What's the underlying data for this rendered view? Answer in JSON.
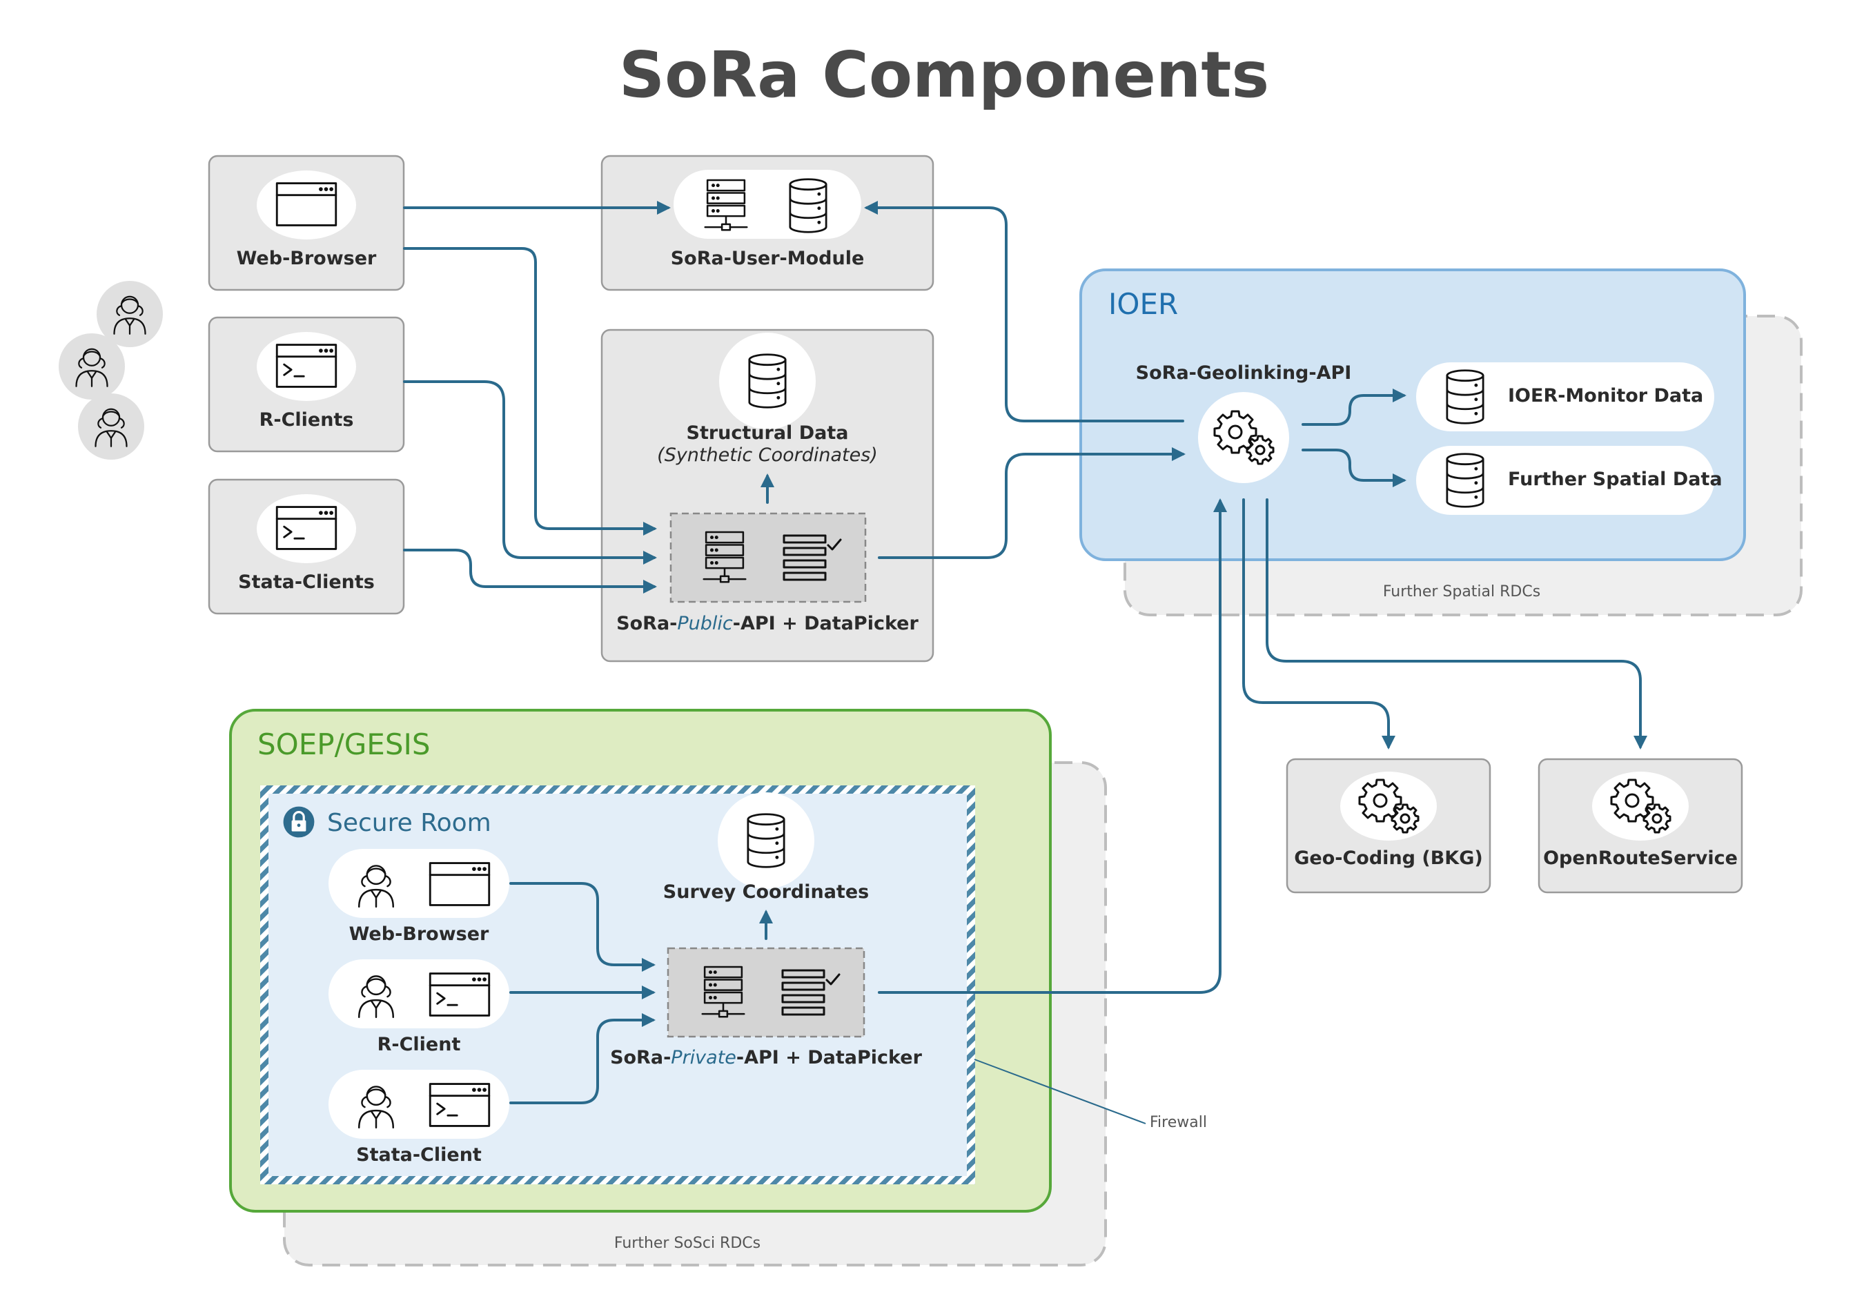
{
  "title": "SoRa Components",
  "colors": {
    "arrow": "#2a6a8c",
    "box_fill": "#e7e7e7",
    "box_stroke": "#9a9a9a",
    "ioer_fill": "#d1e4f4",
    "ioer_stroke": "#7fb2dd",
    "ioer_text": "#1f6fae",
    "soep_fill": "#deecc2",
    "soep_stroke": "#56a83a",
    "soep_text": "#4a9a2a",
    "secure_fill": "#e3eef8",
    "secure_stripe": "#4d88a8",
    "secure_text": "#2e6c8e"
  },
  "clients": {
    "web_browser": "Web-Browser",
    "r_clients": "R-Clients",
    "stata_clients": "Stata-Clients"
  },
  "user_module": {
    "label": "SoRa-User-Module"
  },
  "public_api": {
    "structural_label": "Structural Data",
    "structural_sub": "(Synthetic Coordinates)",
    "label_prefix": "SoRa-",
    "label_emph": "Public",
    "label_suffix": "-API + DataPicker"
  },
  "ioer": {
    "title": "IOER",
    "geolinking_label": "SoRa-Geolinking-API",
    "monitor_data": "IOER-Monitor Data",
    "further_spatial_data": "Further Spatial Data",
    "further_rdcs": "Further Spatial RDCs"
  },
  "services": {
    "geocoding": "Geo-Coding (BKG)",
    "openroute": "OpenRouteService"
  },
  "soep": {
    "title": "SOEP/GESIS",
    "further_rdcs": "Further SoSci RDCs",
    "firewall": "Firewall",
    "secure_room": {
      "title": "Secure Room",
      "web_browser": "Web-Browser",
      "r_client": "R-Client",
      "stata_client": "Stata-Client",
      "survey_coordinates": "Survey Coordinates",
      "label_prefix": "SoRa-",
      "label_emph": "Private",
      "label_suffix": "-API + DataPicker"
    }
  },
  "icons": {
    "users": "user-group-icon",
    "browser": "browser-window-icon",
    "terminal": "terminal-icon",
    "server": "server-icon",
    "database": "database-icon",
    "checklist": "checklist-icon",
    "gears": "gears-icon",
    "lock": "lock-icon"
  }
}
